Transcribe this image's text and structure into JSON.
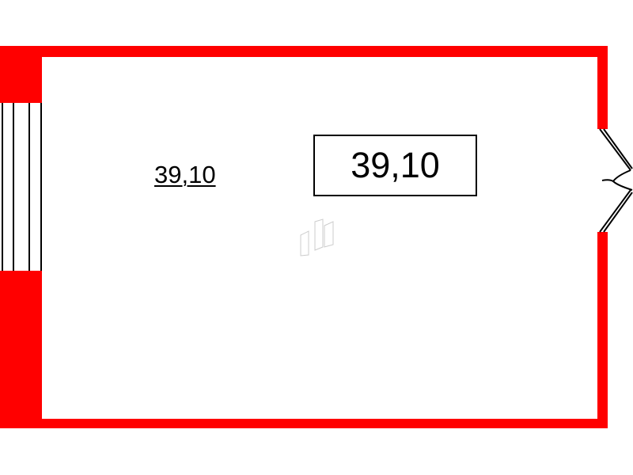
{
  "plan": {
    "room_area_label": "39,10",
    "room_area_box": "39,10",
    "colors": {
      "wall": "#ff0000",
      "lines": "#000000",
      "background": "#ffffff"
    },
    "elements": [
      "walls",
      "window",
      "door",
      "watermark-icon"
    ]
  }
}
